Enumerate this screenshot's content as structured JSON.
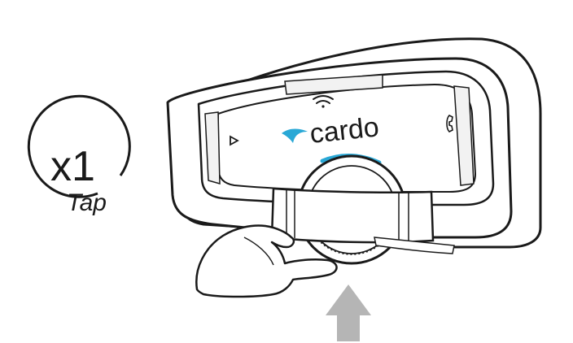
{
  "badge": {
    "multiplier": "x1",
    "action": "Tap"
  },
  "device": {
    "brand": "cardo",
    "icons": {
      "top": "wifi-signal-icon",
      "left": "triangle-play-icon",
      "right": "phone-icon",
      "logo": "cardo-swoosh-icon"
    },
    "colors": {
      "outline": "#1a1a1a",
      "accent_blue": "#29a8d6",
      "arrow_gray": "#b5b5b5"
    }
  },
  "gesture": {
    "direction": "up",
    "arrow_icon": "up-arrow-icon",
    "hand_icon": "pointing-hand-icon"
  }
}
